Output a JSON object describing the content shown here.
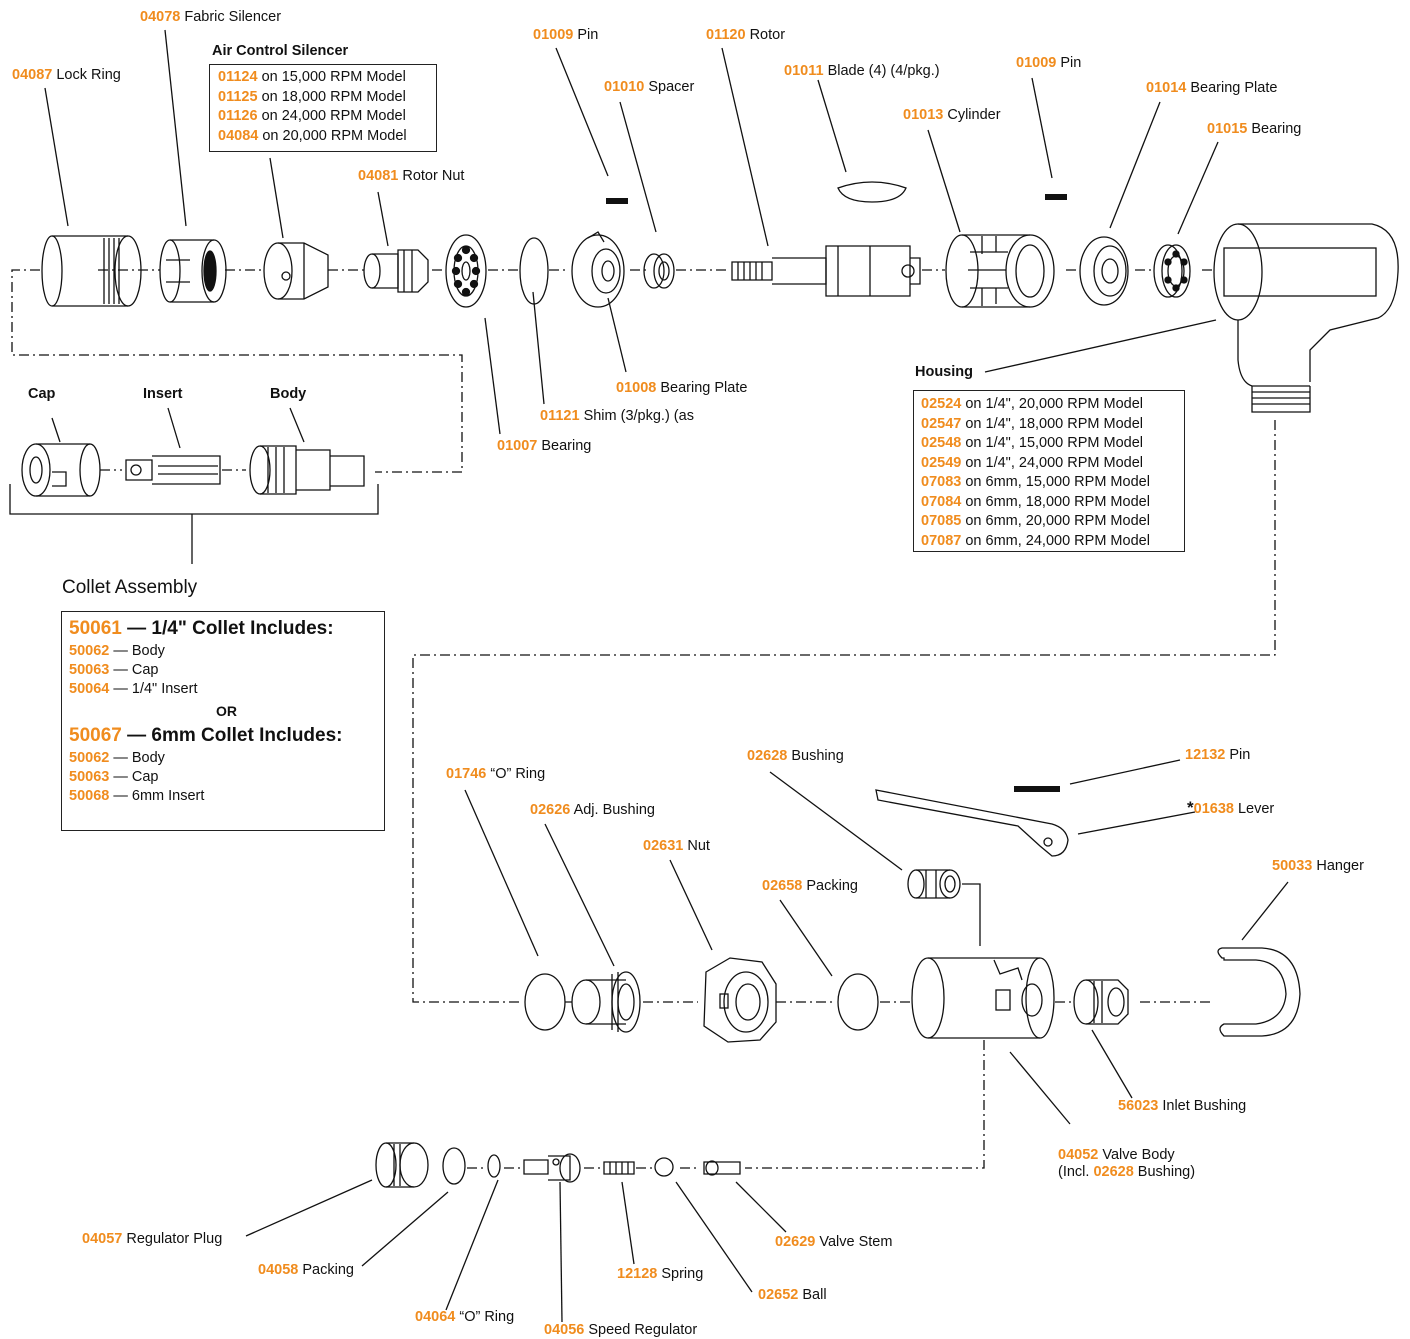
{
  "labels": {
    "lock_ring": {
      "pn": "04087",
      "name": "Lock Ring"
    },
    "fabric_silencer": {
      "pn": "04078",
      "name": "Fabric Silencer"
    },
    "pin_top_left": {
      "pn": "01009",
      "name": "Pin"
    },
    "rotor": {
      "pn": "01120",
      "name": "Rotor"
    },
    "blade": {
      "pn": "01011",
      "name": "Blade (4) (4/pkg.)"
    },
    "pin_top_right": {
      "pn": "01009",
      "name": "Pin"
    },
    "spacer": {
      "pn": "01010",
      "name": "Spacer"
    },
    "bearing_plate_top": {
      "pn": "01014",
      "name": "Bearing Plate"
    },
    "cylinder": {
      "pn": "01013",
      "name": "Cylinder"
    },
    "bearing_top": {
      "pn": "01015",
      "name": "Bearing"
    },
    "rotor_nut": {
      "pn": "04081",
      "name": "Rotor Nut"
    },
    "bearing_plate_front": {
      "pn": "01008",
      "name": "Bearing Plate"
    },
    "shim": {
      "pn": "01121",
      "name": "Shim (3/pkg.) (as"
    },
    "bearing_front": {
      "pn": "01007",
      "name": "Bearing"
    },
    "o_ring_01746": {
      "pn": "01746",
      "name": "“O” Ring"
    },
    "adj_bushing": {
      "pn": "02626",
      "name": "Adj. Bushing"
    },
    "bushing_02628": {
      "pn": "02628",
      "name": "Bushing"
    },
    "pin_12132": {
      "pn": "12132",
      "name": "Pin"
    },
    "lever": {
      "star": "*",
      "pn": "01638",
      "name": "Lever"
    },
    "nut_02631": {
      "pn": "02631",
      "name": "Nut"
    },
    "packing_02658": {
      "pn": "02658",
      "name": "Packing"
    },
    "hanger": {
      "pn": "50033",
      "name": "Hanger"
    },
    "inlet_bushing": {
      "pn": "56023",
      "name": "Inlet Bushing"
    },
    "valve_body": {
      "pn": "04052",
      "name": "Valve Body",
      "line2_pre": "(Incl. ",
      "line2_pn": "02628",
      "line2_post": " Bushing)"
    },
    "regulator_plug": {
      "pn": "04057",
      "name": "Regulator Plug"
    },
    "packing_04058": {
      "pn": "04058",
      "name": "Packing"
    },
    "o_ring_04064": {
      "pn": "04064",
      "name": "“O” Ring"
    },
    "speed_regulator": {
      "pn": "04056",
      "name": "Speed Regulator"
    },
    "spring": {
      "pn": "12128",
      "name": "Spring"
    },
    "ball": {
      "pn": "02652",
      "name": "Ball"
    },
    "valve_stem": {
      "pn": "02629",
      "name": "Valve Stem"
    }
  },
  "collet_parts": {
    "cap": "Cap",
    "insert": "Insert",
    "body": "Body"
  },
  "air_control_silencer": {
    "title": "Air Control Silencer",
    "rows": [
      {
        "pn": "01124",
        "text": "on 15,000 RPM Model"
      },
      {
        "pn": "01125",
        "text": "on 18,000 RPM Model"
      },
      {
        "pn": "01126",
        "text": "on 24,000 RPM Model"
      },
      {
        "pn": "04084",
        "text": "on 20,000 RPM Model"
      }
    ]
  },
  "housing": {
    "title": "Housing",
    "rows": [
      {
        "pn": "02524",
        "text": "on 1/4\", 20,000 RPM Model"
      },
      {
        "pn": "02547",
        "text": "on 1/4\", 18,000 RPM Model"
      },
      {
        "pn": "02548",
        "text": "on 1/4\", 15,000 RPM Model"
      },
      {
        "pn": "02549",
        "text": "on 1/4\", 24,000 RPM Model"
      },
      {
        "pn": "07083",
        "text": "on 6mm, 15,000 RPM Model"
      },
      {
        "pn": "07084",
        "text": "on 6mm, 18,000 RPM Model"
      },
      {
        "pn": "07085",
        "text": "on 6mm, 20,000 RPM Model"
      },
      {
        "pn": "07087",
        "text": "on 6mm, 24,000 RPM Model"
      }
    ]
  },
  "collet_assembly": {
    "title": "Collet Assembly",
    "kit1": {
      "pn": "50061",
      "title": " — 1/4\" Collet Includes:",
      "items": [
        {
          "pn": "50062",
          "text": " — Body"
        },
        {
          "pn": "50063",
          "text": " — Cap"
        },
        {
          "pn": "50064",
          "text": " — 1/4\" Insert"
        }
      ]
    },
    "or": "OR",
    "kit2": {
      "pn": "50067",
      "title": " — 6mm Collet Includes:",
      "items": [
        {
          "pn": "50062",
          "text": " — Body"
        },
        {
          "pn": "50063",
          "text": " — Cap"
        },
        {
          "pn": "50068",
          "text": " — 6mm Insert"
        }
      ]
    }
  },
  "colors": {
    "part_number": "#f08c1e",
    "line": "#111111"
  }
}
